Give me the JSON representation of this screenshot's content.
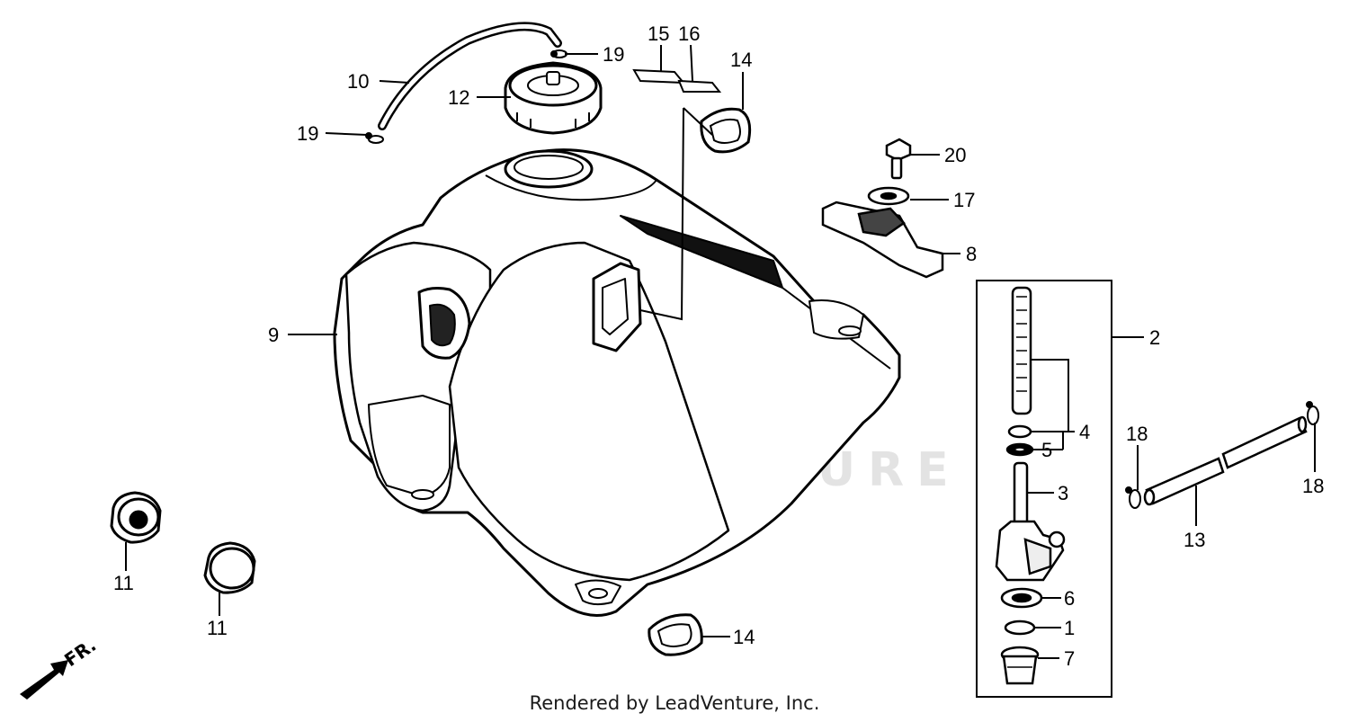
{
  "footer": {
    "text": "Rendered by LeadVenture, Inc."
  },
  "watermark": {
    "text": "LEADVENTURE"
  },
  "direction": {
    "label": "FR."
  },
  "callouts": {
    "c1": "1",
    "c2": "2",
    "c3": "3",
    "c4": "4",
    "c5": "5",
    "c6": "6",
    "c7": "7",
    "c8": "8",
    "c9": "9",
    "c10": "10",
    "c11a": "11",
    "c11b": "11",
    "c12": "12",
    "c13": "13",
    "c14a": "14",
    "c14b": "14",
    "c15": "15",
    "c16": "16",
    "c17": "17",
    "c18a": "18",
    "c18b": "18",
    "c19a": "19",
    "c19b": "19",
    "c20": "20"
  }
}
